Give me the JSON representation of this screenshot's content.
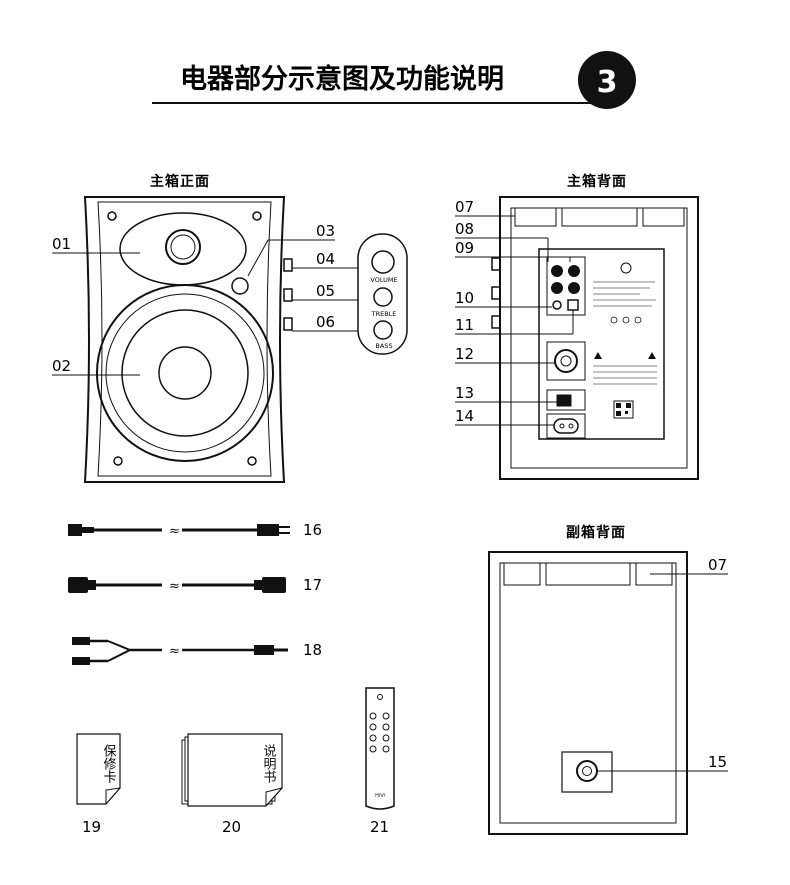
{
  "header": {
    "title": "电器部分示意图及功能说明",
    "step_number": "3"
  },
  "sections": {
    "main_front": "主箱正面",
    "main_back": "主箱背面",
    "sub_back": "副箱背面"
  },
  "knobs": {
    "volume": "VOLUME",
    "treble": "TREBLE",
    "bass": "BASS"
  },
  "callouts": {
    "c01": "01",
    "c02": "02",
    "c03": "03",
    "c04": "04",
    "c05": "05",
    "c06": "06",
    "c07": "07",
    "c08": "08",
    "c09": "09",
    "c10": "10",
    "c11": "11",
    "c12": "12",
    "c13": "13",
    "c14": "14",
    "c15": "15",
    "c16": "16",
    "c17": "17",
    "c18": "18",
    "c19": "19",
    "c20": "20",
    "c21": "21",
    "c07b": "07"
  },
  "accessories": {
    "warranty_card": "保修卡",
    "manual": "说明书",
    "remote_brand": "HiVi"
  }
}
